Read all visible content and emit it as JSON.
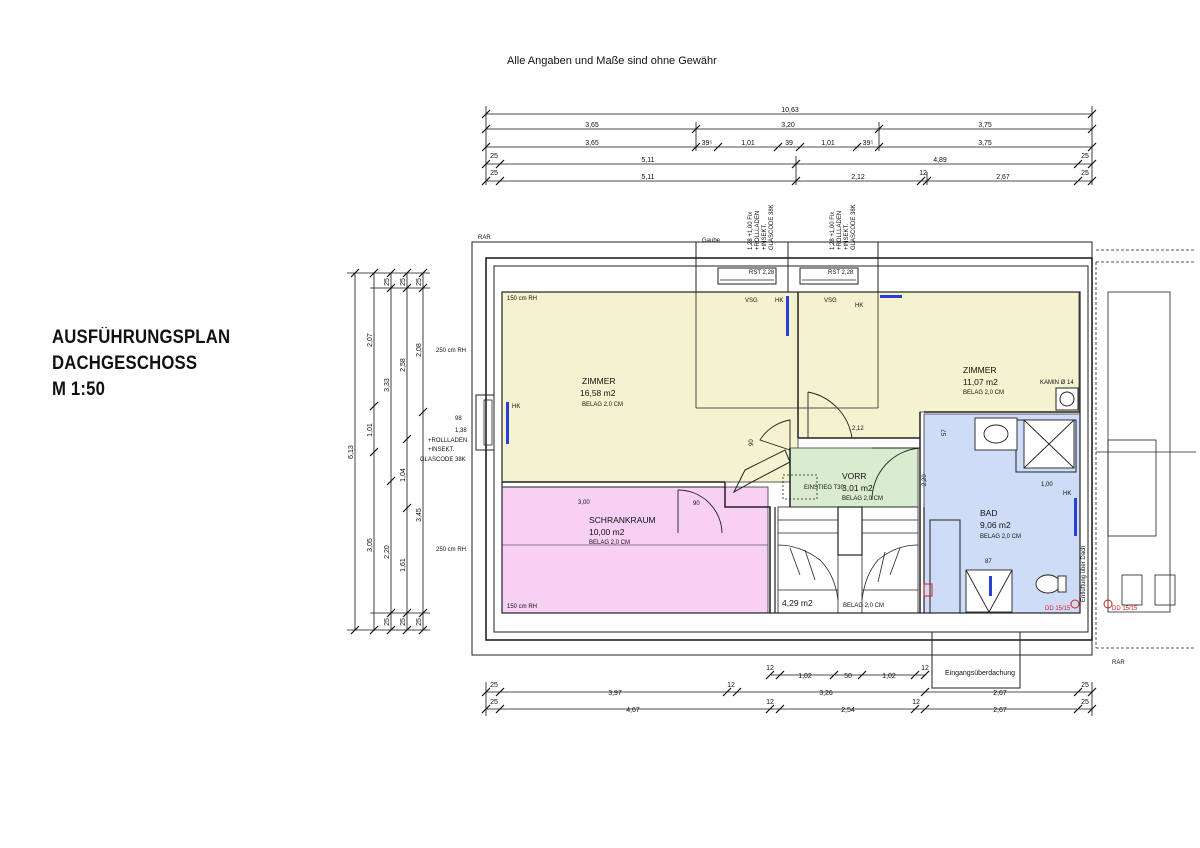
{
  "disclaimer": "Alle Angaben und Maße sind ohne Gewähr",
  "title": {
    "line1": "AUSFÜHRUNGSPLAN",
    "line2": "DACHGESCHOSS",
    "line3": "M 1:50"
  },
  "colors": {
    "zimmer": "#f5f2cf",
    "schrankraum": "#f7d0f3",
    "vorr": "#d9ecd0",
    "bad": "#cfdcf7",
    "wall": "#222222",
    "fixture": "#2a3fd6",
    "mark_red": "#d81e1e"
  },
  "rooms": {
    "zimmer1": {
      "name": "ZIMMER",
      "area": "16,58 m2",
      "belag": "BELAG 2,0 CM"
    },
    "zimmer2": {
      "name": "ZIMMER",
      "area": "11,07 m2",
      "belag": "BELAG 2,0 CM"
    },
    "schrankraum": {
      "name": "SCHRANKRAUM",
      "area": "10,00 m2",
      "belag": "BELAG 2,0 CM"
    },
    "vorr": {
      "name": "VORR",
      "area": "3,01 m2",
      "belag": "BELAG 2,0 CM"
    },
    "bad": {
      "name": "BAD",
      "area": "9,06 m2",
      "belag": "BELAG 2,0 CM"
    },
    "stair": {
      "area": "4,29 m2",
      "belag": "BELAG 2,0 CM"
    }
  },
  "labels": {
    "rh150": "150 cm RH",
    "rh250": "250 cm RH",
    "gaube": "Gaube",
    "rar": "RAR",
    "vsg": "VSG",
    "hk": "HK",
    "rst": "RST 2,28",
    "kamin": "KAMIN Ø 14",
    "einstieg": "EINSTIEG T30",
    "eingang": "Eingangsüberdachung",
    "entluftung": "Entlüftung über Dach",
    "dd": "DD 15/15",
    "fenster_top": "1,28 +1,00 Fix",
    "fenster_top2": "+ROLLLADEN",
    "fenster_top3": "+INSEKT.",
    "fenster_top4": "GLASCODE 38K",
    "fenster_left1": "98",
    "fenster_left2": "1,38",
    "fenster_left3": "+ROLLLADEN",
    "fenster_left4": "+INSEKT.",
    "fenster_left5": "GLASCODE 38K"
  },
  "dims": {
    "top_total": "10,63",
    "top_r2": [
      "3,65",
      "3,20",
      "3,75"
    ],
    "top_r3": [
      "3,65",
      "39⁵",
      "1,01",
      "39",
      "1,01",
      "39⁵",
      "3,75"
    ],
    "top_r4": [
      "25",
      "5,11",
      "4,89",
      "25"
    ],
    "top_r5": [
      "25",
      "5,11",
      "2,12",
      "12",
      "2,67",
      "25"
    ],
    "bottom_r0": [
      "12",
      "1,02",
      "50",
      "1,02",
      "12"
    ],
    "bottom_r1": [
      "25",
      "3,97",
      "12",
      "3,26",
      "2,67",
      "25"
    ],
    "bottom_r2": [
      "25",
      "4,67",
      "12",
      "2,54",
      "12",
      "2,67",
      "25"
    ],
    "left_total": "6,13",
    "left_c2": [
      "2,07",
      "1,01",
      "3,05"
    ],
    "left_c3": [
      "25",
      "3,33",
      "1,04",
      "2,20",
      "25"
    ],
    "left_c4": [
      "25",
      "2,58",
      "1,61",
      "25"
    ],
    "left_c5": [
      "25",
      "2,08",
      "3,45",
      "25"
    ],
    "inner": [
      "2,12",
      "1,00",
      "3,00",
      "90",
      "57",
      "87",
      "90",
      "2,20"
    ]
  }
}
